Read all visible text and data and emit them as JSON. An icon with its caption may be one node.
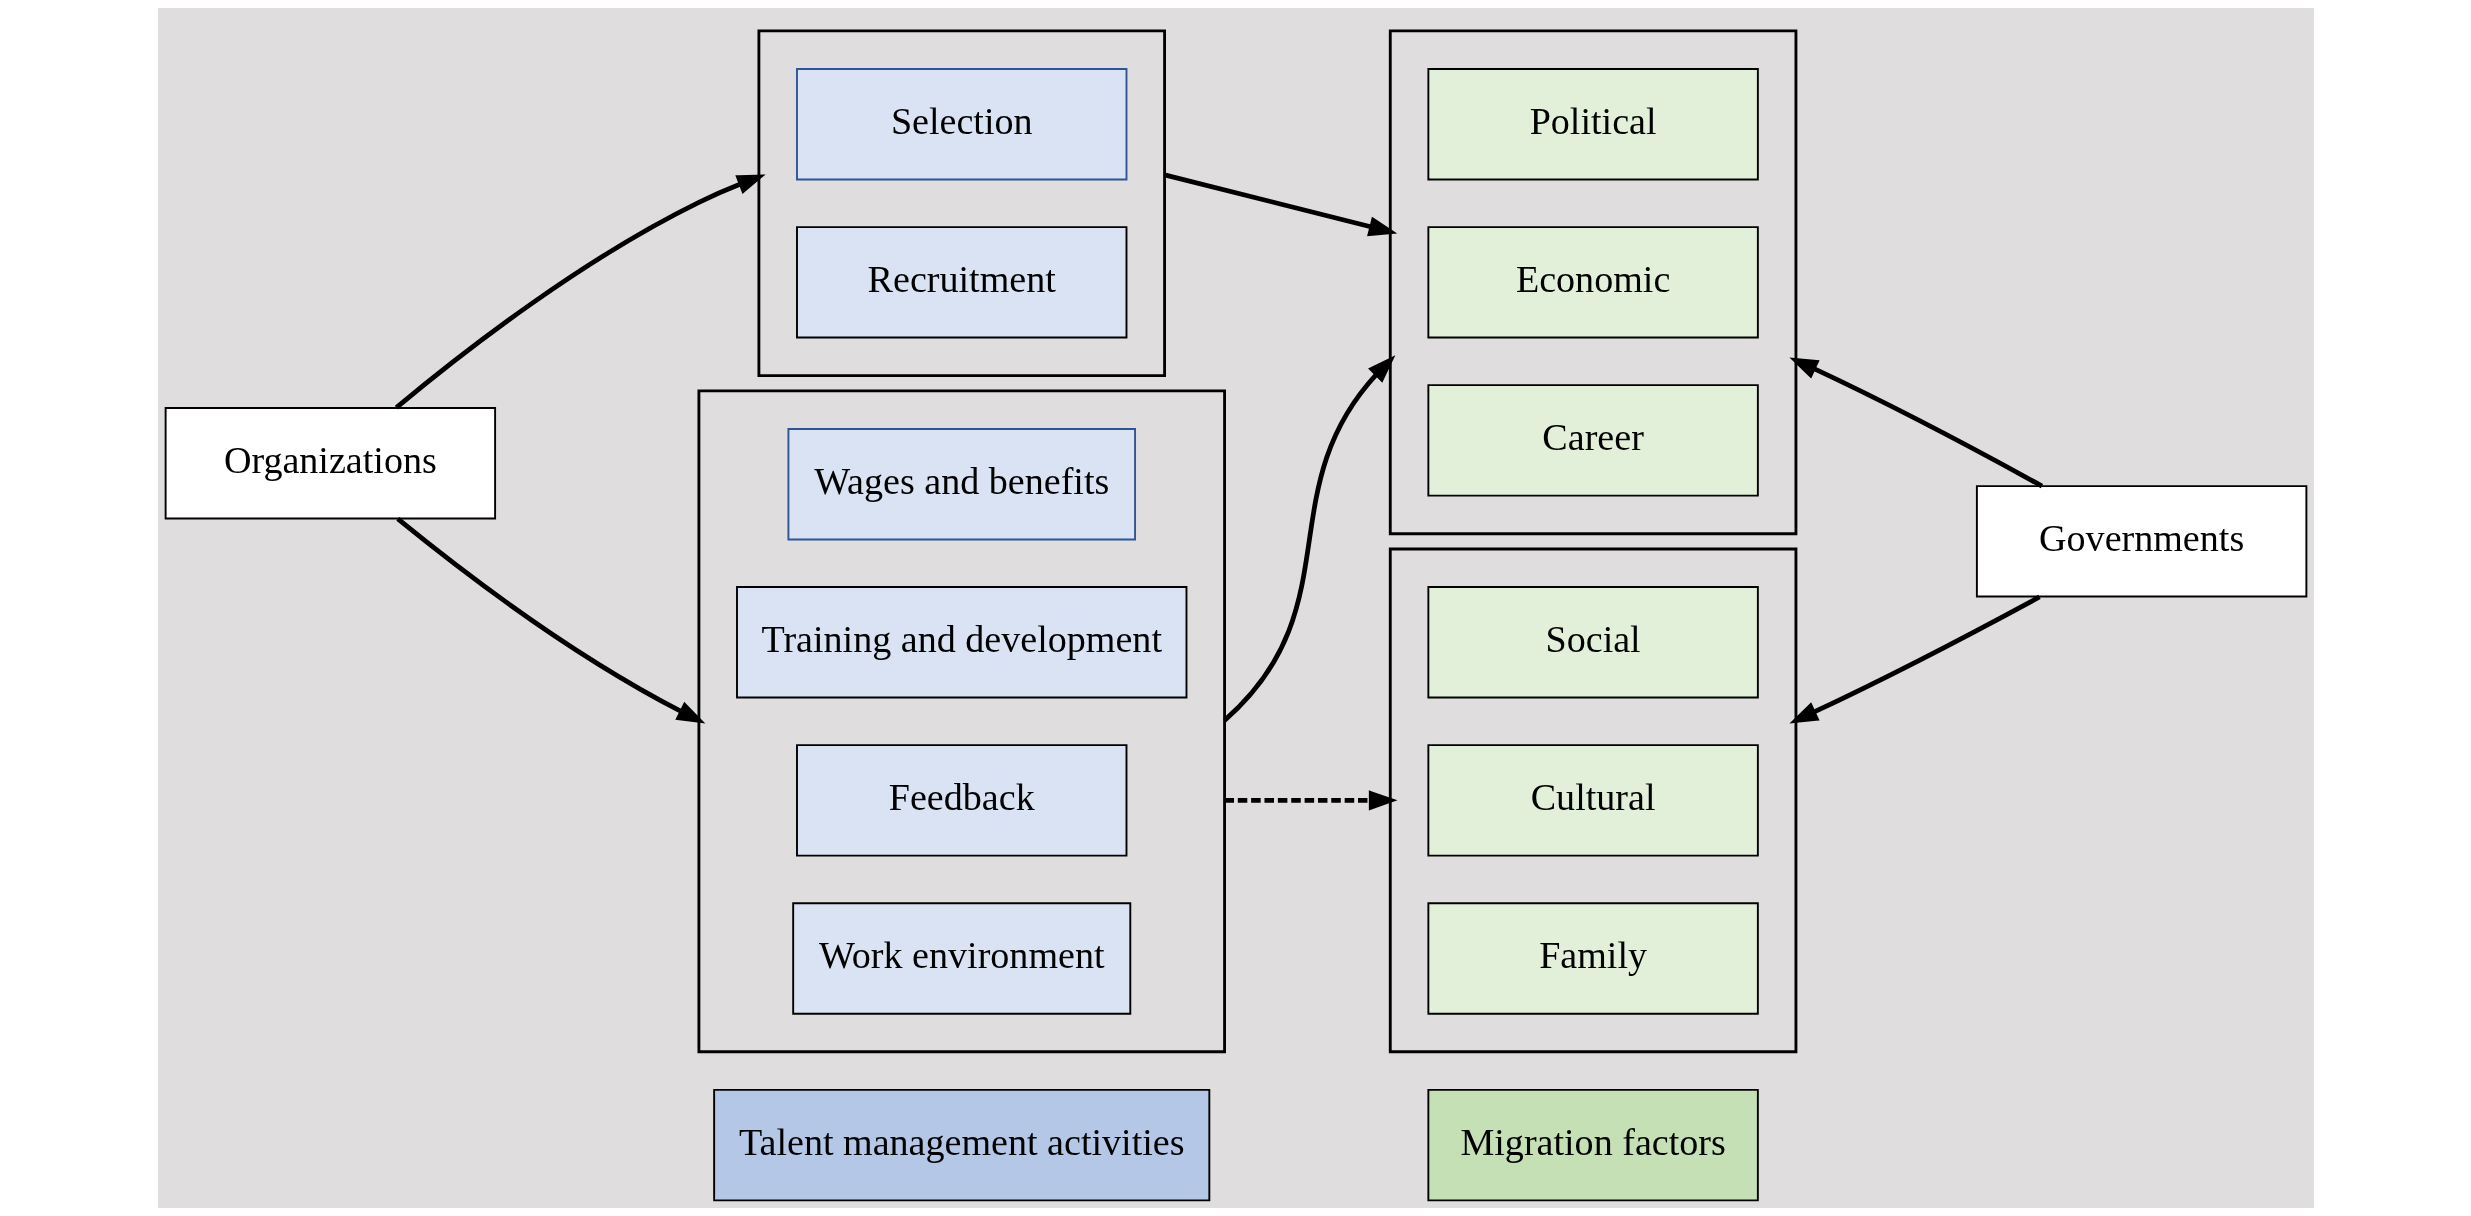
{
  "diagram": {
    "nodes": [
      {
        "text": [
          "Talent management activities"
        ]
      },
      {
        "text": [
          "Migration factors"
        ]
      },
      {
        "text": [
          "Organizations"
        ]
      },
      {
        "text": [],
        "shape": "box"
      },
      {
        "text": [
          "Recruitment"
        ],
        "in": 3
      },
      {
        "text": [
          "Selection"
        ],
        "in": 3
      },
      {
        "text": [],
        "shape": "box"
      },
      {
        "text": [
          "Wages and benefits"
        ],
        "in": 6
      },
      {
        "text": [
          "Training and development"
        ],
        "in": 6
      },
      {
        "text": [
          "Feedback"
        ],
        "in": 6
      },
      {
        "text": [
          "Work environment"
        ],
        "in": 6
      },
      {
        "text": [],
        "shape": "box"
      },
      {
        "text": [
          "Career"
        ],
        "in": 11
      },
      {
        "text": [
          "Economic"
        ],
        "in": 11
      },
      {
        "text": [
          "Political"
        ],
        "in": 11
      },
      {
        "text": [],
        "shape": "box"
      },
      {
        "text": [
          "Social"
        ],
        "in": 15
      },
      {
        "text": [
          "Cultural"
        ],
        "in": 15
      },
      {
        "text": [
          "Family"
        ],
        "in": 15
      },
      {
        "text": [
          "Governments"
        ]
      }
    ],
    "edges": [
      {
        "from": 2,
        "to": 3,
        "arrow": "to"
      },
      {
        "from": 2,
        "to": 6,
        "arrow": "to"
      },
      {
        "from": 3,
        "to": 11,
        "arrow": "to"
      },
      {
        "from": 6,
        "to": 11,
        "arrow": "to"
      },
      {
        "from": 6,
        "to": 15,
        "arrow": "to",
        "style": "dashed"
      },
      {
        "from": 19,
        "to": 11,
        "arrow": "to"
      },
      {
        "from": 19,
        "to": 15,
        "arrow": "to"
      }
    ]
  }
}
